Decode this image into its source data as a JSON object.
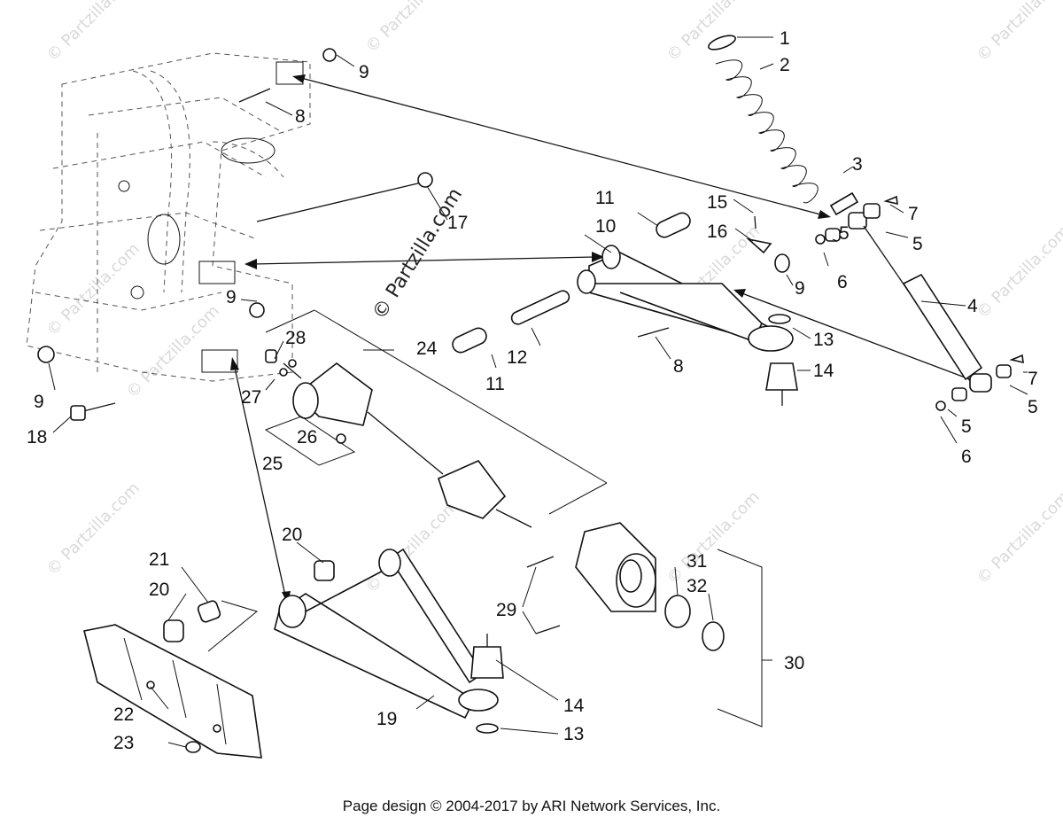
{
  "footer": "Page design © 2004-2017 by ARI Network Services, Inc.",
  "watermark_main": "© Partzilla.com",
  "watermark_faint": "© Partzilla.com",
  "labels": [
    {
      "n": "1"
    },
    {
      "n": "2"
    },
    {
      "n": "3"
    },
    {
      "n": "4"
    },
    {
      "n": "5"
    },
    {
      "n": "5"
    },
    {
      "n": "5"
    },
    {
      "n": "5"
    },
    {
      "n": "6"
    },
    {
      "n": "6"
    },
    {
      "n": "7"
    },
    {
      "n": "7"
    },
    {
      "n": "8"
    },
    {
      "n": "8"
    },
    {
      "n": "9"
    },
    {
      "n": "9"
    },
    {
      "n": "9"
    },
    {
      "n": "9"
    },
    {
      "n": "10"
    },
    {
      "n": "11"
    },
    {
      "n": "11"
    },
    {
      "n": "12"
    },
    {
      "n": "13"
    },
    {
      "n": "13"
    },
    {
      "n": "14"
    },
    {
      "n": "14"
    },
    {
      "n": "15"
    },
    {
      "n": "16"
    },
    {
      "n": "17"
    },
    {
      "n": "18"
    },
    {
      "n": "19"
    },
    {
      "n": "20"
    },
    {
      "n": "20"
    },
    {
      "n": "21"
    },
    {
      "n": "22"
    },
    {
      "n": "23"
    },
    {
      "n": "24"
    },
    {
      "n": "25"
    },
    {
      "n": "26"
    },
    {
      "n": "27"
    },
    {
      "n": "28"
    },
    {
      "n": "29"
    },
    {
      "n": "30"
    },
    {
      "n": "31"
    },
    {
      "n": "32"
    }
  ]
}
